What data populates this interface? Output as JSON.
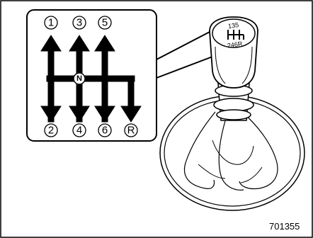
{
  "figure": {
    "figure_code": "701355",
    "gate_labels_top": [
      "1",
      "3",
      "5"
    ],
    "gate_labels_bottom": [
      "2",
      "4",
      "6",
      "R"
    ],
    "neutral_label": "N",
    "knob_pattern_top": "135",
    "knob_pattern_bottom": "246R"
  }
}
